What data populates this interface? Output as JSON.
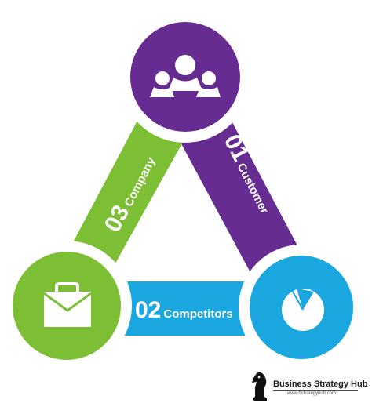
{
  "colors": {
    "customer": "#662c92",
    "competitors": "#1aa7e0",
    "company": "#7cbf34"
  },
  "nodes": {
    "customer": {
      "icon": "people-group-icon"
    },
    "company": {
      "icon": "briefcase-icon"
    },
    "competitors": {
      "icon": "pie-chart-icon"
    }
  },
  "bars": {
    "customer": {
      "number": "01",
      "label": "Customer"
    },
    "competitors": {
      "number": "02",
      "label": "Competitors"
    },
    "company": {
      "number": "03",
      "label": "Company"
    }
  },
  "brand": {
    "name": "Business Strategy Hub",
    "url": "www.bstrategyhub.com",
    "logo": "knight-chess-icon"
  }
}
